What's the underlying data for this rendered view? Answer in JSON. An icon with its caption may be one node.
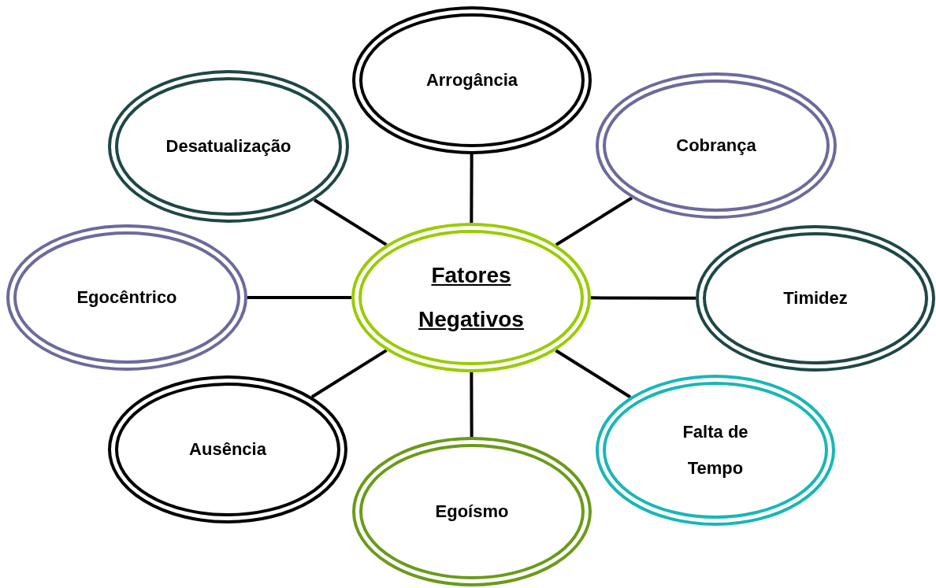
{
  "diagram": {
    "nodes": [
      {
        "text": [
          "Fatores Negativos"
        ]
      },
      {
        "text": [
          "Arrogância"
        ]
      },
      {
        "text": [
          "Cobrança"
        ]
      },
      {
        "text": [
          "Timidez"
        ]
      },
      {
        "text": [
          "Falta de Tempo"
        ]
      },
      {
        "text": [
          "Egoísmo"
        ]
      },
      {
        "text": [
          "Ausência"
        ]
      },
      {
        "text": [
          "Egocêntrico"
        ]
      },
      {
        "text": [
          "Desatualização"
        ]
      }
    ],
    "edges": [
      {
        "from": 0,
        "to": 1,
        "arrow": "none"
      },
      {
        "from": 0,
        "to": 2,
        "arrow": "none"
      },
      {
        "from": 0,
        "to": 3,
        "arrow": "none"
      },
      {
        "from": 0,
        "to": 4,
        "arrow": "none"
      },
      {
        "from": 0,
        "to": 5,
        "arrow": "none"
      },
      {
        "from": 0,
        "to": 6,
        "arrow": "none"
      },
      {
        "from": 0,
        "to": 7,
        "arrow": "none"
      },
      {
        "from": 0,
        "to": 8,
        "arrow": "none"
      }
    ]
  }
}
